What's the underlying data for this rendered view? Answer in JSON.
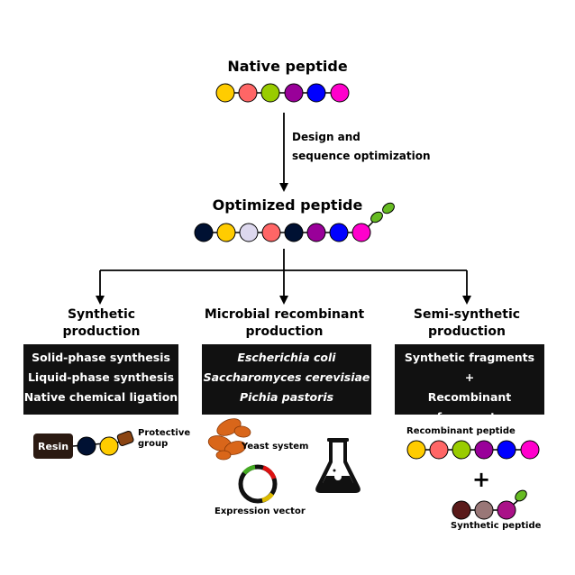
{
  "native": {
    "title": "Native peptide"
  },
  "arrow_label": {
    "line1": "Design and",
    "line2": "sequence optimization"
  },
  "optimized": {
    "title": "Optimized peptide"
  },
  "columns": {
    "synthetic": {
      "title1": "Synthetic",
      "title2": "production",
      "items": [
        "Solid-phase synthesis",
        "Liquid-phase synthesis",
        "Native chemical ligation"
      ],
      "resin_label": "Resin",
      "protective_label1": "Protective",
      "protective_label2": "group"
    },
    "microbial": {
      "title1": "Microbial recombinant",
      "title2": "production",
      "items": [
        "Escherichia coli",
        "Saccharomyces cerevisiae",
        "Pichia pastoris"
      ],
      "yeast_label": "Yeast system",
      "vector_label": "Expression vector"
    },
    "semi": {
      "title1": "Semi-synthetic",
      "title2": "production",
      "items": [
        "Synthetic fragments",
        "+",
        "Recombinant fragments"
      ],
      "recombinant_label": "Recombinant peptide",
      "plus": "+",
      "synthetic_label": "Synthetic peptide"
    }
  },
  "colors": {
    "yellow": "#ffcc00",
    "salmon": "#ff6666",
    "lime": "#99cc00",
    "purple": "#990099",
    "blue": "#0000ff",
    "magenta": "#ff00cc",
    "navy": "#001133",
    "lavender": "#ddd8ee",
    "green": "#66bb22",
    "brown": "#5a1a1a",
    "mauve": "#997777",
    "violet": "#aa1188",
    "orange": "#d9661a"
  }
}
